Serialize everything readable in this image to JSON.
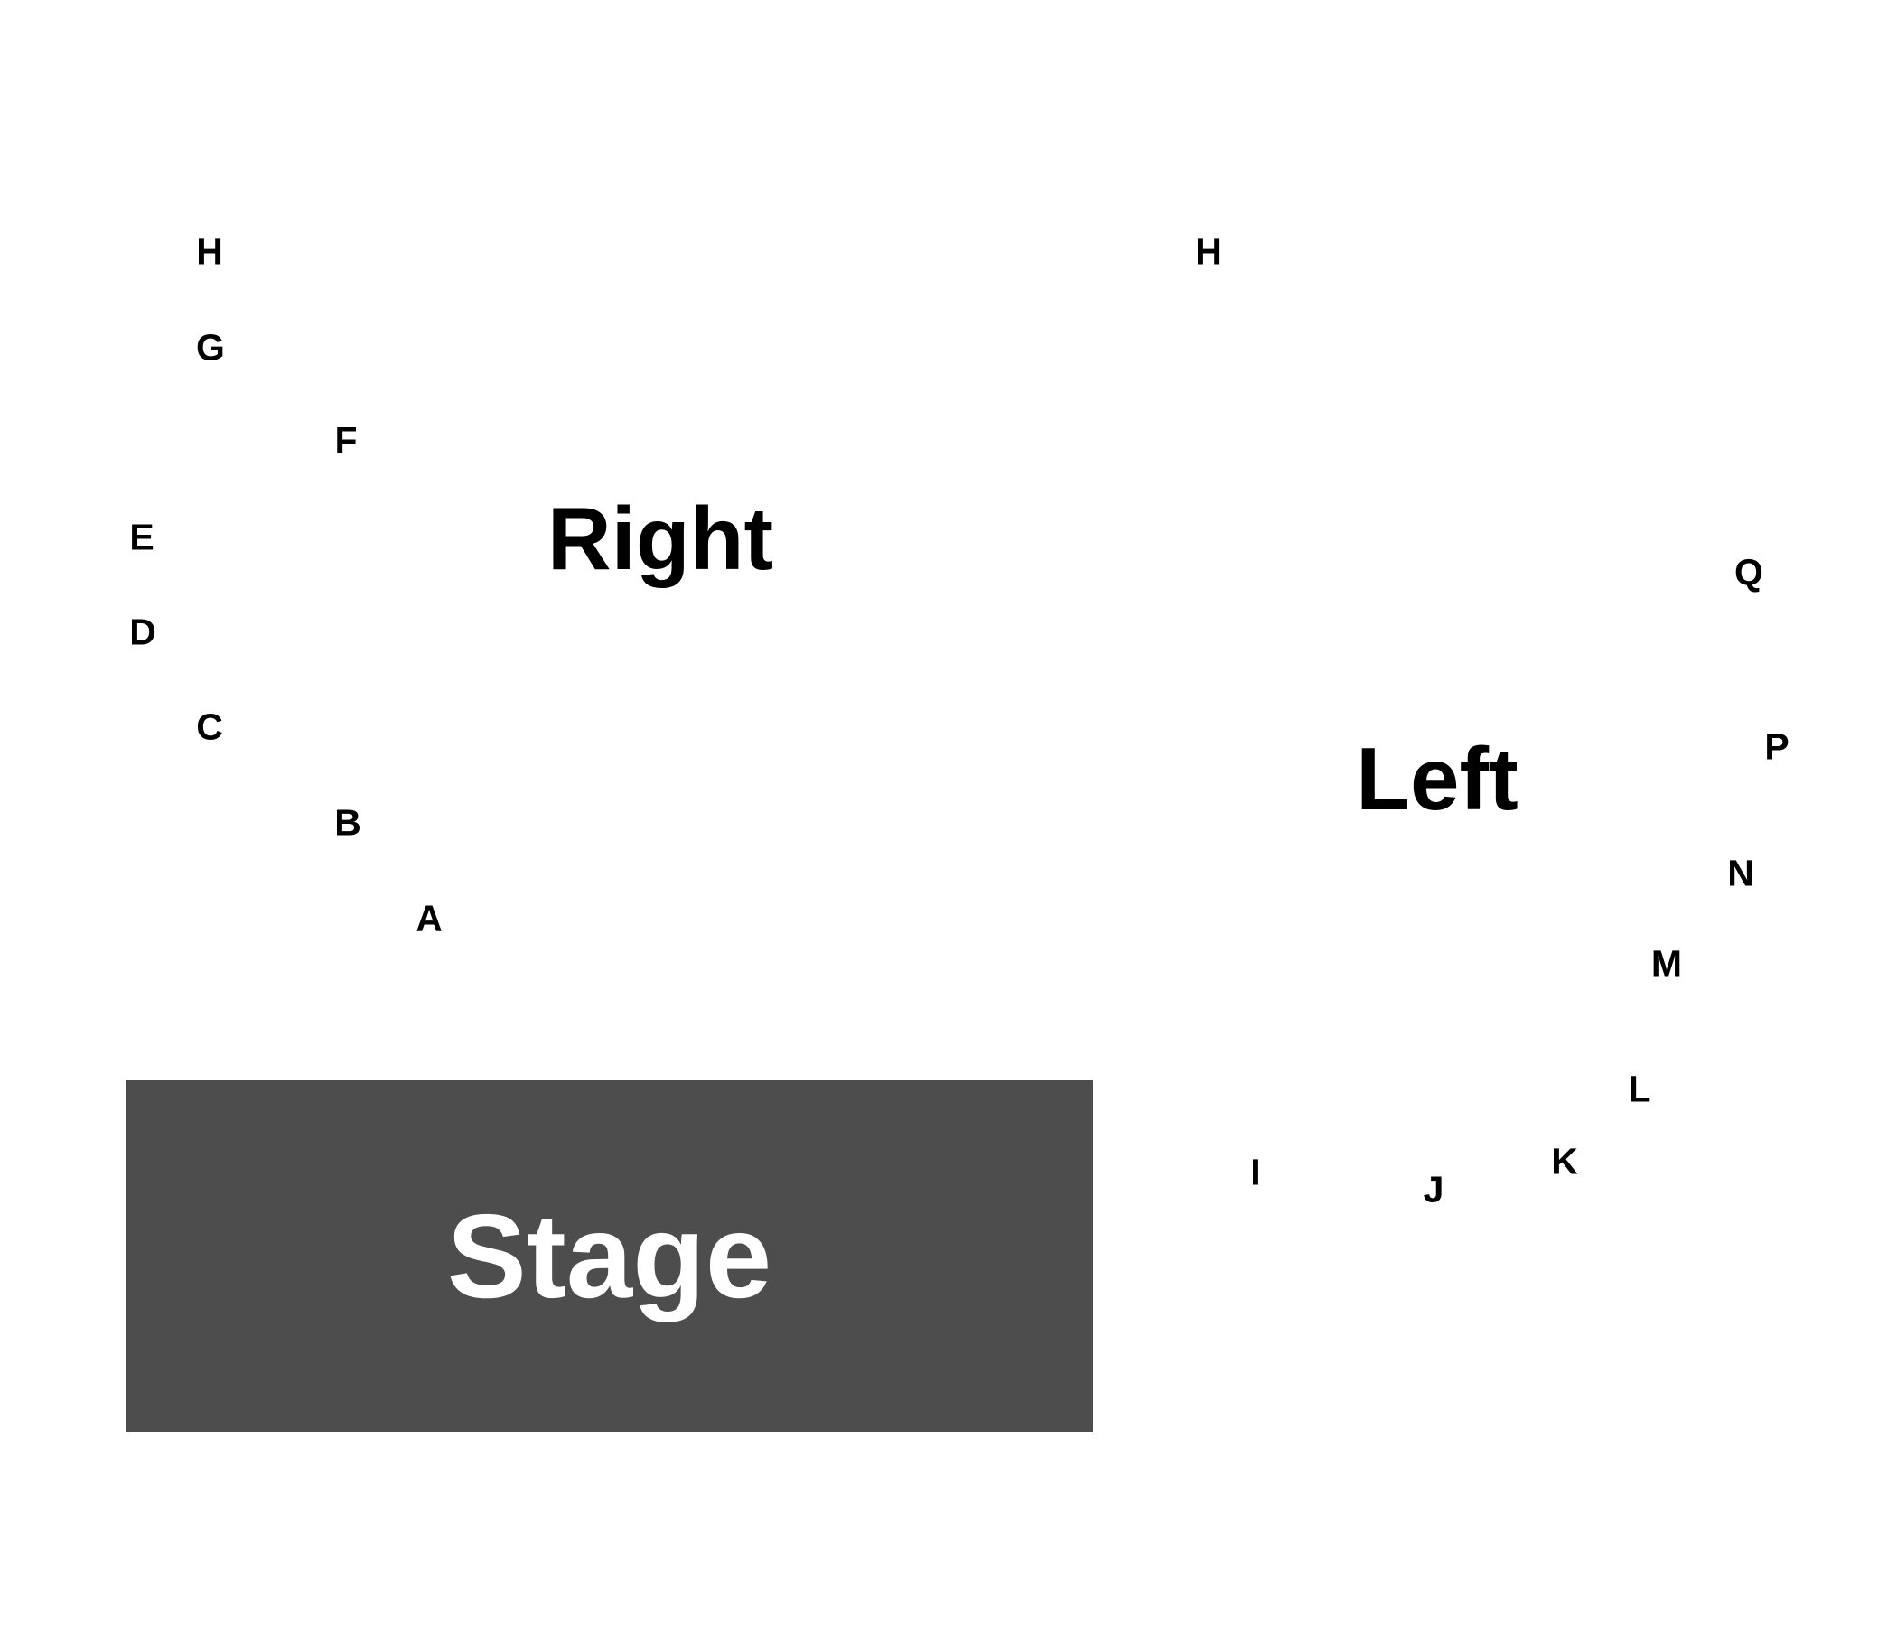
{
  "sections": {
    "right": "Right",
    "left": "Left"
  },
  "stage": {
    "label": "Stage",
    "color": "#4d4d4d"
  },
  "rows": {
    "right": {
      "h": "H",
      "g": "G",
      "f": "F",
      "e": "E",
      "d": "D",
      "c": "C",
      "b": "B",
      "a": "A"
    },
    "left": {
      "h": "H",
      "q": "Q",
      "p": "P",
      "n": "N",
      "m": "M",
      "l": "L",
      "k": "K",
      "j": "J",
      "i": "I"
    }
  }
}
